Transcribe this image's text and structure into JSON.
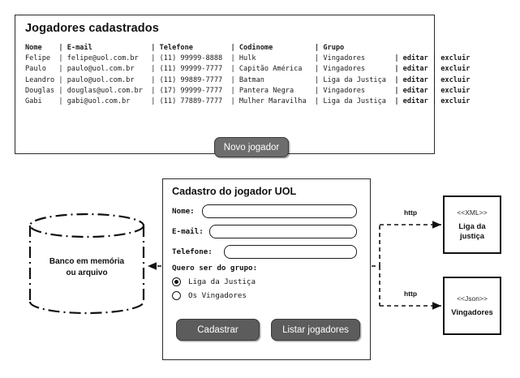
{
  "players_panel": {
    "title": "Jogadores cadastrados",
    "columns": [
      "Nome",
      "E-mail",
      "Telefone",
      "Codinome",
      "Grupo"
    ],
    "rows": [
      {
        "nome": "Felipe",
        "email": "felipe@uol.com.br",
        "telefone": "(11) 99999-8888",
        "codinome": "Hulk",
        "grupo": "Vingadores",
        "editar": "editar",
        "excluir": "excluir"
      },
      {
        "nome": "Paulo",
        "email": "paulo@uol.com.br",
        "telefone": "(11) 99999-7777",
        "codinome": "Capitão América",
        "grupo": "Vingadores",
        "editar": "editar",
        "excluir": "excluir"
      },
      {
        "nome": "Leandro",
        "email": "paulo@uol.com.br",
        "telefone": "(11) 99889-7777",
        "codinome": "Batman",
        "grupo": "Liga da Justiça",
        "editar": "editar",
        "excluir": "excluir"
      },
      {
        "nome": "Douglas",
        "email": "douglas@uol.com.br",
        "telefone": "(17) 99999-7777",
        "codinome": "Pantera Negra",
        "grupo": "Vingadores",
        "editar": "editar",
        "excluir": "excluir"
      },
      {
        "nome": "Gabi",
        "email": "gabi@uol.com.br",
        "telefone": "(11) 77889-7777",
        "codinome": "Mulher Maravilha",
        "grupo": "Liga da Justiça",
        "editar": "editar",
        "excluir": "excluir"
      }
    ],
    "new_player_button": "Novo jogador"
  },
  "form_panel": {
    "title": "Cadastro do jogador UOL",
    "fields": [
      {
        "label": "Nome:",
        "value": "",
        "placeholder": ""
      },
      {
        "label": "E-mail:",
        "value": "",
        "placeholder": ""
      },
      {
        "label": "Telefone:",
        "value": "",
        "placeholder": ""
      }
    ],
    "group_legend": "Quero ser do grupo:",
    "radios": [
      {
        "label": "Liga da Justiça",
        "selected": true
      },
      {
        "label": "Os Vingadores",
        "selected": false
      }
    ],
    "submit_button": "Cadastrar",
    "list_button": "Listar jogadores"
  },
  "database": {
    "line1": "Banco em memória",
    "line2": "ou arquivo"
  },
  "outputs": [
    {
      "stereotype": "<<XML>>",
      "name_line1": "Liga da",
      "name_line2": "justiça",
      "protocol": "http"
    },
    {
      "stereotype": "<<Json>>",
      "name_line1": "Vingadores",
      "name_line2": "",
      "protocol": "http"
    }
  ],
  "colors": {
    "button_fill": "#5c5c5c",
    "border": "#1d1d1d",
    "text": "#111111"
  }
}
